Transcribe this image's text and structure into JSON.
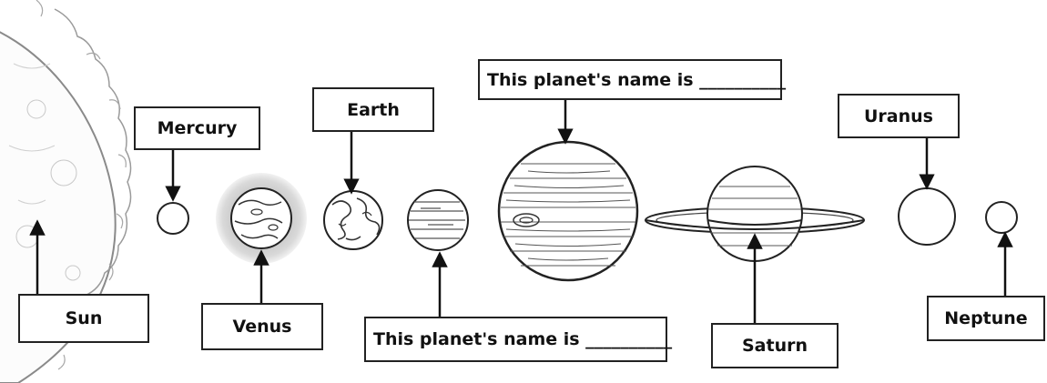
{
  "labels": {
    "sun": "Sun",
    "mercury": "Mercury",
    "venus": "Venus",
    "earth": "Earth",
    "mars_prompt": "This planet's name is __________",
    "jupiter_prompt": "This planet's name is __________",
    "saturn": "Saturn",
    "uranus": "Uranus",
    "neptune": "Neptune"
  }
}
